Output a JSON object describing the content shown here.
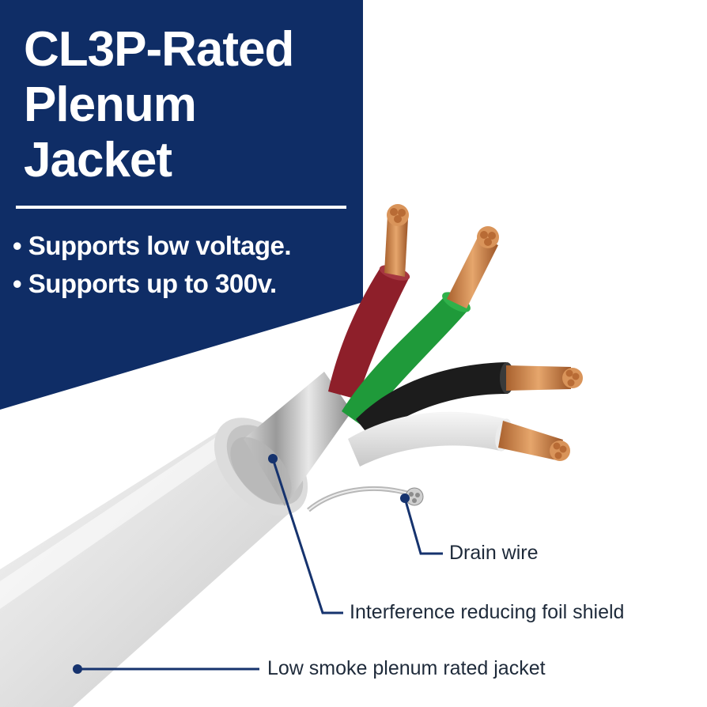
{
  "headline": {
    "line1": "CL3P-Rated",
    "line2": "Plenum",
    "line3": "Jacket"
  },
  "bullets": [
    "• Supports low voltage.",
    "• Supports up to 300v."
  ],
  "callouts": {
    "drain_wire": "Drain wire",
    "foil_shield": "Interference reducing foil shield",
    "jacket": "Low smoke plenum rated jacket"
  },
  "colors": {
    "banner": "#0f2d66",
    "leader_line": "#16336e",
    "wire_red": "#8e1f2a",
    "wire_green": "#1f9a3a",
    "wire_black": "#1c1c1c",
    "wire_white": "#e6e6e6",
    "copper": "#c9824a",
    "jacket": "#e4e4e4"
  }
}
